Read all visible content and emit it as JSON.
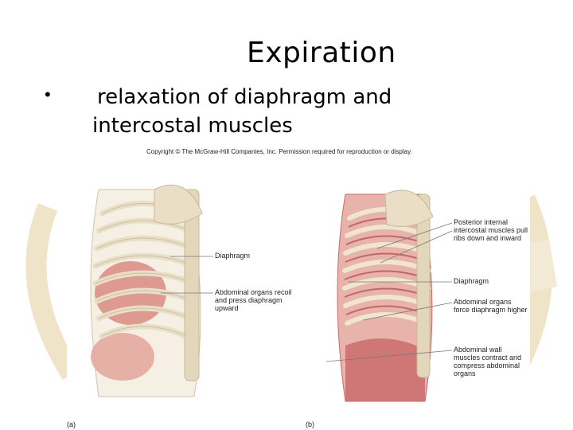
{
  "slide": {
    "title": "Expiration",
    "bullet_marker": "•",
    "bullet_text": "relaxation of diaphragm and intercostal muscles"
  },
  "figure": {
    "copyright": "Copyright © The McGraw-Hill Companies, Inc. Permission required for reproduction or display.",
    "panel_a": {
      "label": "(a)",
      "callouts": [
        "Diaphragm",
        "Abdominal organs recoil and press diaphragm upward"
      ]
    },
    "panel_b": {
      "label": "(b)",
      "callouts": [
        "Posterior internal intercostal muscles pull ribs down and inward",
        "Diaphragm",
        "Abdominal organs force diaphragm higher",
        "Abdominal wall muscles contract and compress abdominal organs"
      ]
    }
  },
  "colors": {
    "watermark": "#efe3c8",
    "bone": "#f1ead8",
    "muscle": "#c9686a",
    "organ": "#d98a83"
  }
}
